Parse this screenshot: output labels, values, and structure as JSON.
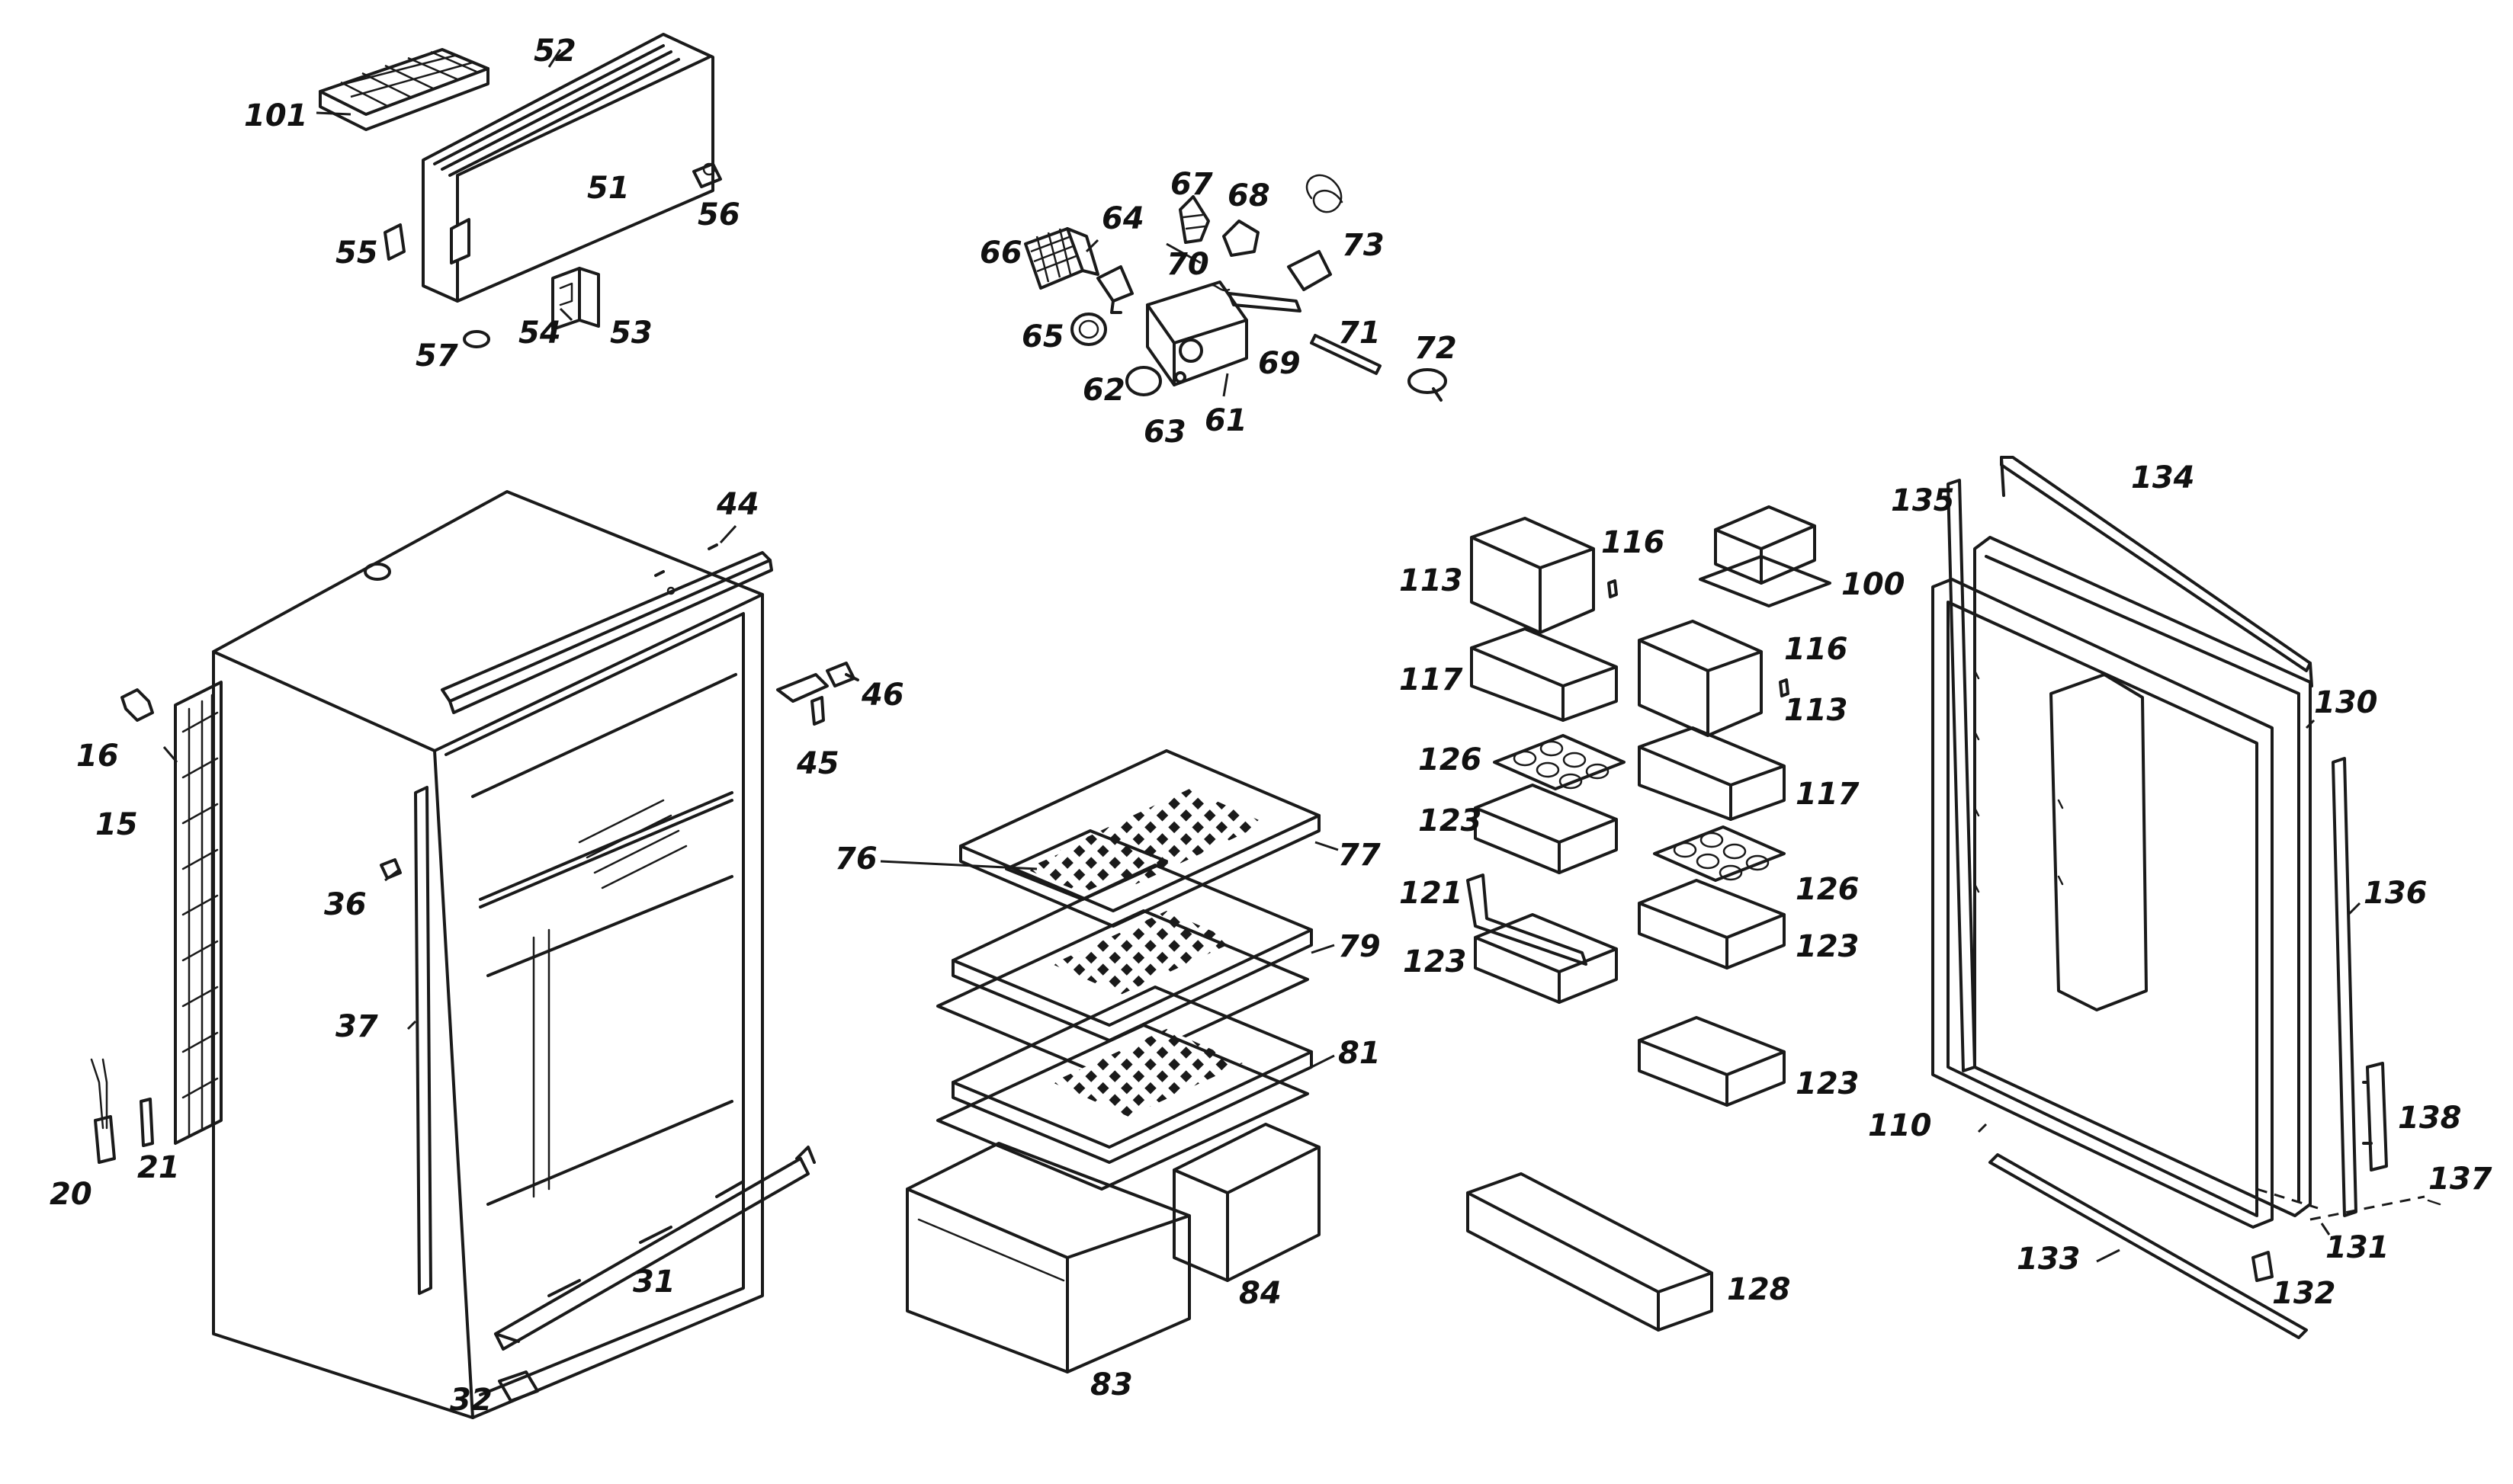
{
  "labels": {
    "l101": "101",
    "l52": "52",
    "l51": "51",
    "l56": "56",
    "l55": "55",
    "l54": "54",
    "l53": "53",
    "l57": "57",
    "l67": "67",
    "l68": "68",
    "l73": "73",
    "l66": "66",
    "l64": "64",
    "l70": "70",
    "l65": "65",
    "l71": "71",
    "l72": "72",
    "l69": "69",
    "l62": "62",
    "l63": "63",
    "l61": "61",
    "l44": "44",
    "l16": "16",
    "l15": "15",
    "l36": "36",
    "l37": "37",
    "l20": "20",
    "l21": "21",
    "l31": "31",
    "l32": "32",
    "l46": "46",
    "l45": "45",
    "l76": "76",
    "l77": "77",
    "l79": "79",
    "l81": "81",
    "l84": "84",
    "l83": "83",
    "l113a": "113",
    "l116a": "116",
    "l100": "100",
    "l117a": "117",
    "l116b": "116",
    "l113b": "113",
    "l117b": "117",
    "l126a": "126",
    "l123a": "123",
    "l126b": "126",
    "l121": "121",
    "l123b": "123",
    "l123c": "123",
    "l123d": "123",
    "l128": "128",
    "l135": "135",
    "l134": "134",
    "l130": "130",
    "l136": "136",
    "l110": "110",
    "l138": "138",
    "l137": "137",
    "l131": "131",
    "l133": "133",
    "l132": "132"
  }
}
